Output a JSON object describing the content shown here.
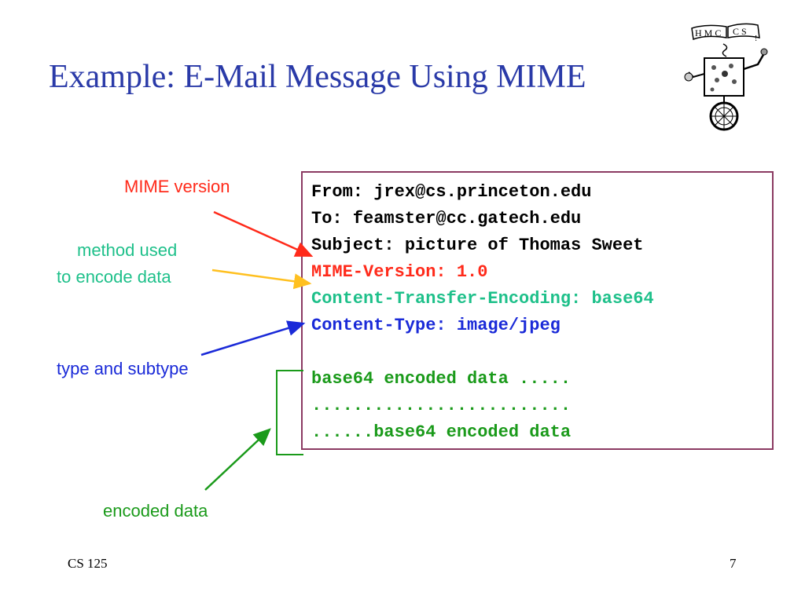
{
  "slide": {
    "title": "Example: E-Mail Message Using MIME",
    "logo_text": "HMC CS",
    "footer_left": "CS 125",
    "page_number": "7"
  },
  "email": {
    "headers": [
      {
        "text": "From: jrex@cs.princeton.edu",
        "color": "#000000"
      },
      {
        "text": "To: feamster@cc.gatech.edu",
        "color": "#000000"
      },
      {
        "text": "Subject: picture of Thomas Sweet",
        "color": "#000000"
      },
      {
        "text": "MIME-Version: 1.0",
        "color": "#ff2a1a"
      },
      {
        "text": "Content-Transfer-Encoding: base64",
        "color": "#1ec08a"
      },
      {
        "text": "Content-Type: image/jpeg",
        "color": "#1a2ad8"
      }
    ],
    "body_lines": [
      "base64 encoded data .....",
      ".........................",
      "......base64 encoded data"
    ],
    "body_color": "#1a9a1a"
  },
  "annotations": {
    "mime_version": {
      "text": "MIME version",
      "color": "#ff2a1a"
    },
    "method_line1": {
      "text": "method used",
      "color": "#1ec08a"
    },
    "method_line2": {
      "text": "to encode data",
      "color": "#1ec08a"
    },
    "type_subtype": {
      "text": "type and subtype",
      "color": "#1a2ad8"
    },
    "encoded_data": {
      "text": "encoded data",
      "color": "#1a9a1a"
    }
  },
  "colors": {
    "title": "#2a3aa8",
    "box_border": "#8b3a62",
    "arrow_mime": "#ff2a1a",
    "arrow_method": "#ffc020",
    "arrow_type": "#1a2ad8",
    "arrow_encoded": "#1a9a1a"
  }
}
